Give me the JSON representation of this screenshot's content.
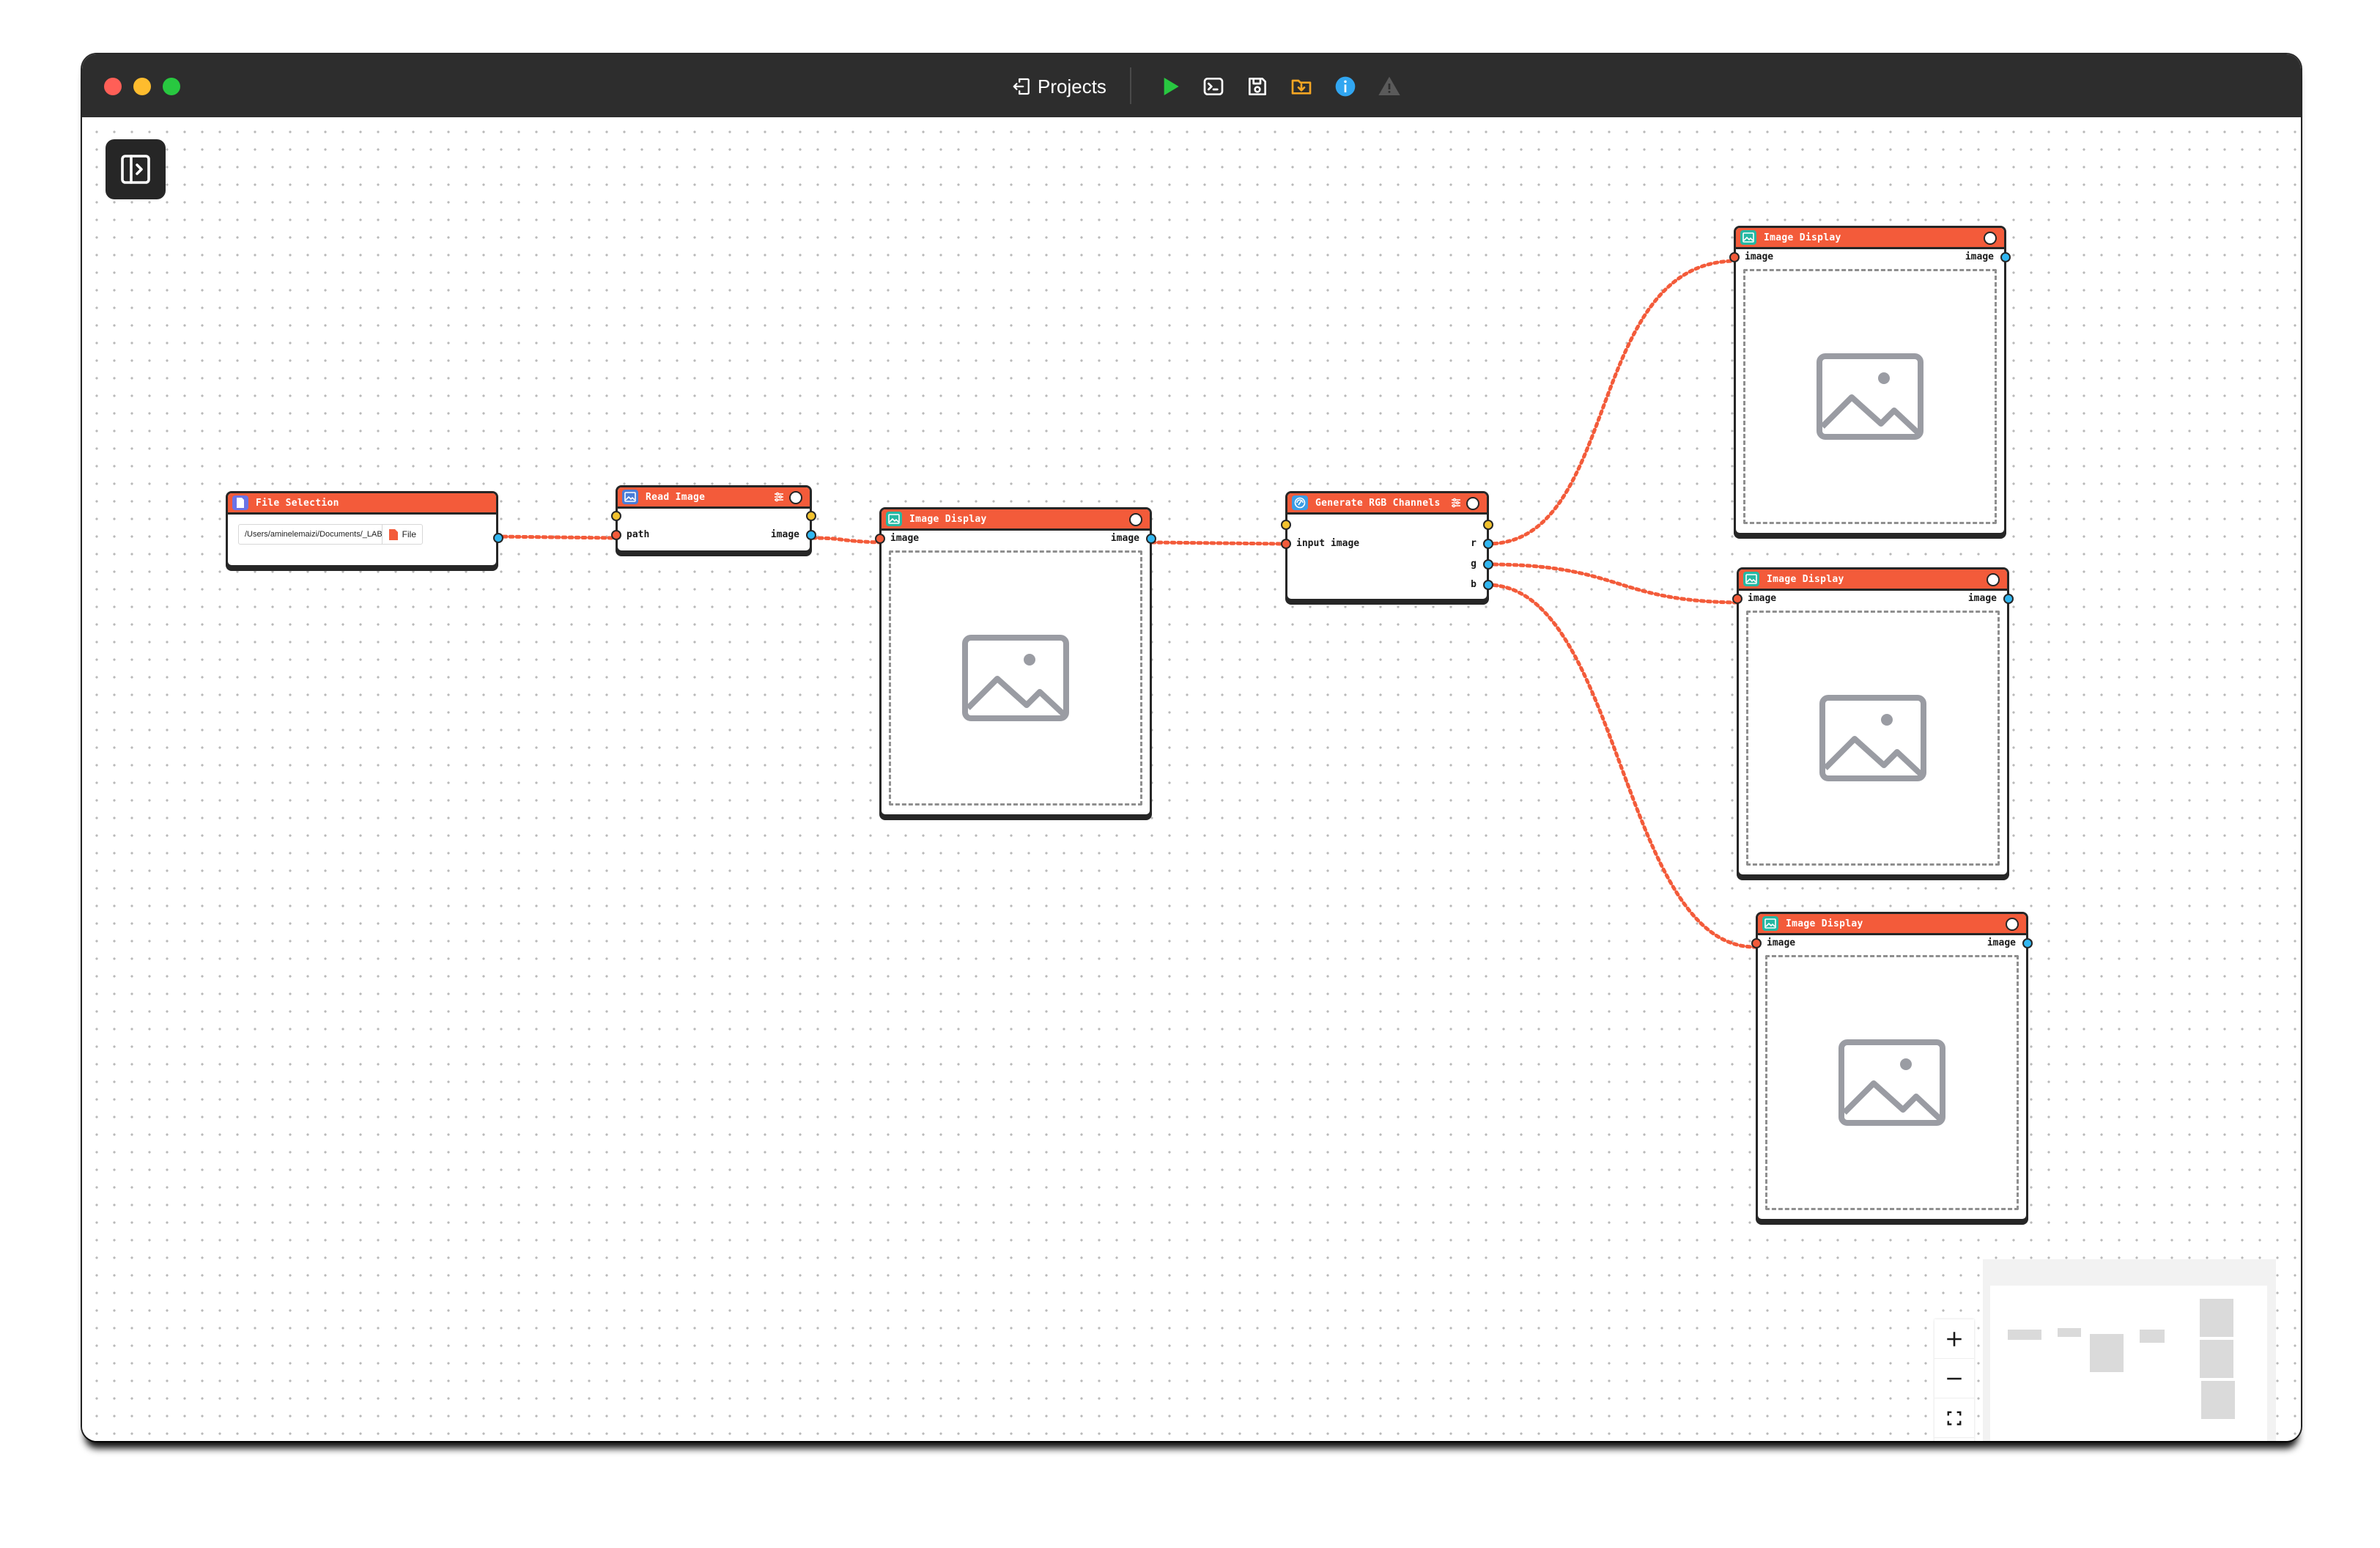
{
  "titlebar": {
    "projects_label": "Projects",
    "colors": {
      "run": "#28c840",
      "folder": "#f5a623",
      "info": "#31a6f1",
      "warning": "#5a5a5a"
    },
    "icons": [
      "projects-icon",
      "run-icon",
      "terminal-icon",
      "save-icon",
      "folder-download-icon",
      "info-icon",
      "warning-icon"
    ]
  },
  "canvas": {
    "sidebar_toggle_icon": "sidebar-panel-icon",
    "edge_color": "#f35b3a"
  },
  "nodes": {
    "file_selection": {
      "title": "File Selection",
      "path_value": "/Users/aminelemaizi/Documents/_LAB/Co",
      "button_label": "File"
    },
    "read_image": {
      "title": "Read Image",
      "input_label": "path",
      "output_label": "image"
    },
    "display_1": {
      "title": "Image Display",
      "input_label": "image",
      "output_label": "image"
    },
    "rgb_channels": {
      "title": "Generate RGB Channels",
      "input_label": "input image",
      "outputs": [
        "r",
        "g",
        "b"
      ]
    },
    "display_r": {
      "title": "Image Display",
      "input_label": "image",
      "output_label": "image"
    },
    "display_g": {
      "title": "Image Display",
      "input_label": "image",
      "output_label": "image"
    },
    "display_b": {
      "title": "Image Display",
      "input_label": "image",
      "output_label": "image"
    }
  },
  "controls": {
    "zoom_in": "+",
    "icons": [
      "zoom-in-icon",
      "zoom-out-icon",
      "fit-view-icon",
      "lock-icon"
    ]
  }
}
